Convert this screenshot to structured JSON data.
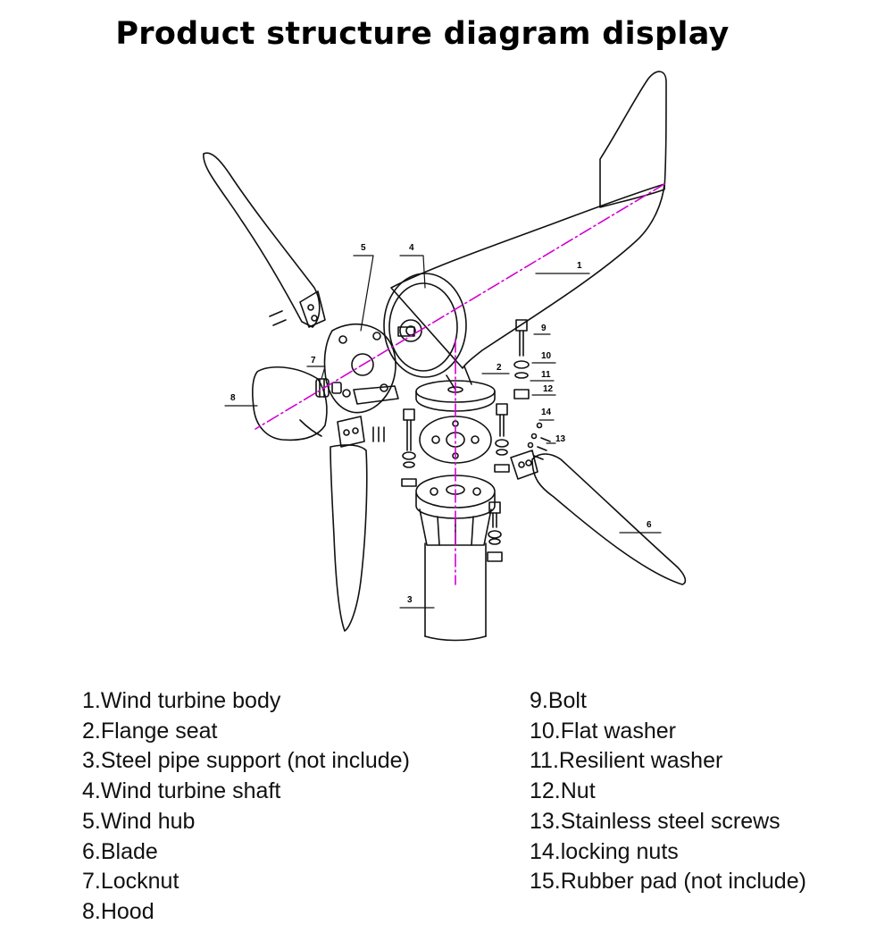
{
  "title": "Product structure diagram display",
  "callouts": [
    "1",
    "2",
    "3",
    "4",
    "5",
    "6",
    "7",
    "8",
    "9",
    "10",
    "11",
    "12",
    "13",
    "14"
  ],
  "legend": {
    "left": [
      "1.Wind turbine body",
      "2.Flange seat",
      "3.Steel pipe support (not include)",
      "4.Wind turbine shaft",
      "5.Wind hub",
      "6.Blade",
      "7.Locknut",
      "8.Hood"
    ],
    "right": [
      "9.Bolt",
      "10.Flat washer",
      "11.Resilient washer",
      "12.Nut",
      "13.Stainless steel screws",
      "14.locking nuts",
      "15.Rubber pad (not include)"
    ]
  },
  "colors": {
    "axis_line": "#d400d4",
    "outline": "#111111"
  }
}
